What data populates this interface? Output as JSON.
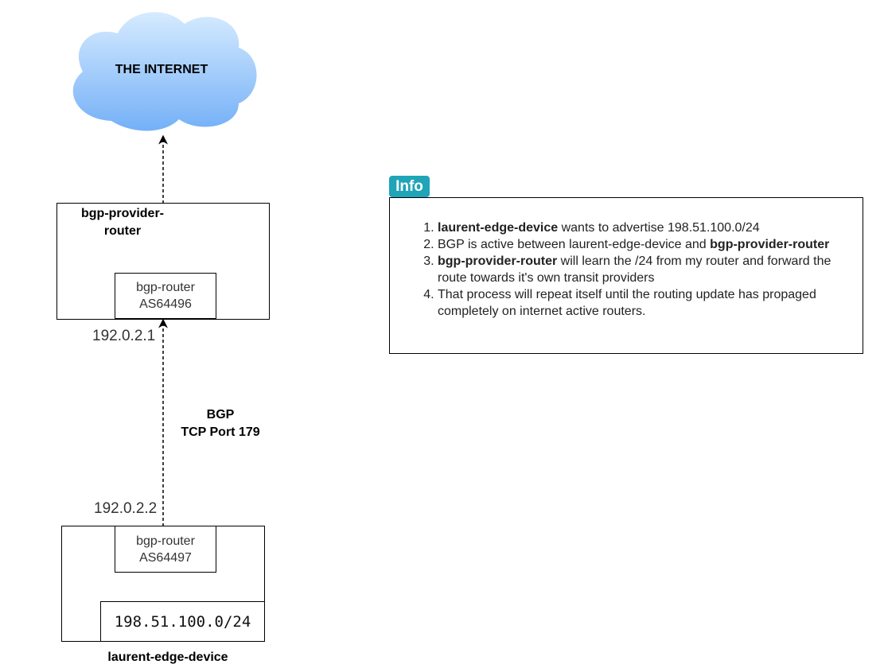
{
  "cloud": {
    "label": "THE INTERNET"
  },
  "provider": {
    "title_line1": "bgp-provider-",
    "title_line2": "router",
    "router_name": "bgp-router",
    "router_as": "AS64496",
    "ip": "192.0.2.1"
  },
  "link": {
    "line1": "BGP",
    "line2": "TCP Port 179"
  },
  "edge": {
    "ip": "192.0.2.2",
    "router_name": "bgp-router",
    "router_as": "AS64497",
    "prefix": "198.51.100.0/24",
    "device_label": "laurent-edge-device"
  },
  "info": {
    "badge": "Info",
    "items": [
      {
        "bold": "laurent-edge-device",
        "text": " wants to advertise 198.51.100.0/24"
      },
      {
        "pre": "BGP is active between laurent-edge-device and ",
        "bold": "bgp-provider-router"
      },
      {
        "bold": "bgp-provider-router",
        "text": " will learn the /24 from my router and forward the route towards it's own transit providers"
      },
      {
        "text": "That process will repeat itself until the routing update has propaged completely on internet active routers."
      }
    ]
  },
  "colors": {
    "cloud_light": "#cfe6ff",
    "cloud_dark": "#6aa8f5",
    "badge": "#20a4b8"
  }
}
